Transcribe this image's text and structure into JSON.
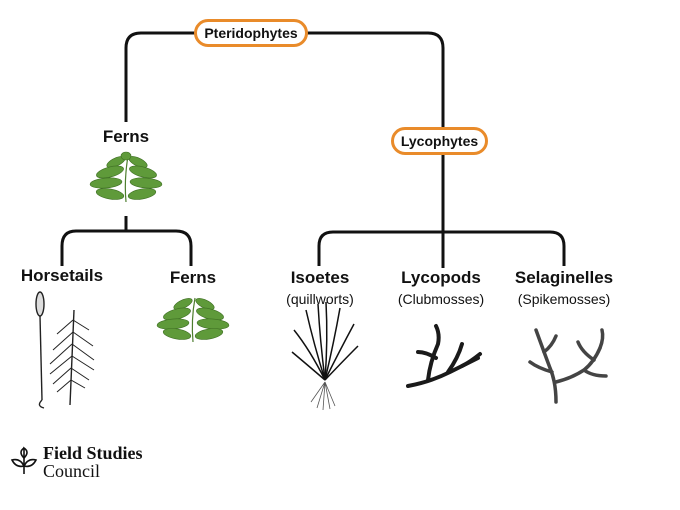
{
  "colors": {
    "line": "#111111",
    "pill_border": "#e98b2a",
    "fern_green": "#5f9a3a",
    "dark_plant": "#1a1a1a"
  },
  "nodes": {
    "root": {
      "label": "Pteridophytes"
    },
    "ferns_top": {
      "label": "Ferns",
      "icon": "fern-illustration"
    },
    "lycophytes": {
      "label": "Lycophytes"
    },
    "horsetails": {
      "label": "Horsetails",
      "icon": "horsetail-illustration"
    },
    "ferns_leaf": {
      "label": "Ferns",
      "icon": "fern-illustration"
    },
    "isoetes": {
      "label": "Isoetes",
      "sublabel": "(quillworts)",
      "icon": "quillwort-illustration"
    },
    "lycopods": {
      "label": "Lycopods",
      "sublabel": "(Clubmosses)",
      "icon": "clubmoss-illustration"
    },
    "selaginelles": {
      "label": "Selaginelles",
      "sublabel": "(Spikemosses)",
      "icon": "spikemoss-illustration"
    }
  },
  "branding": {
    "line1": "Field Studies",
    "line2": "Council",
    "icon": "leaf-logo-icon"
  }
}
